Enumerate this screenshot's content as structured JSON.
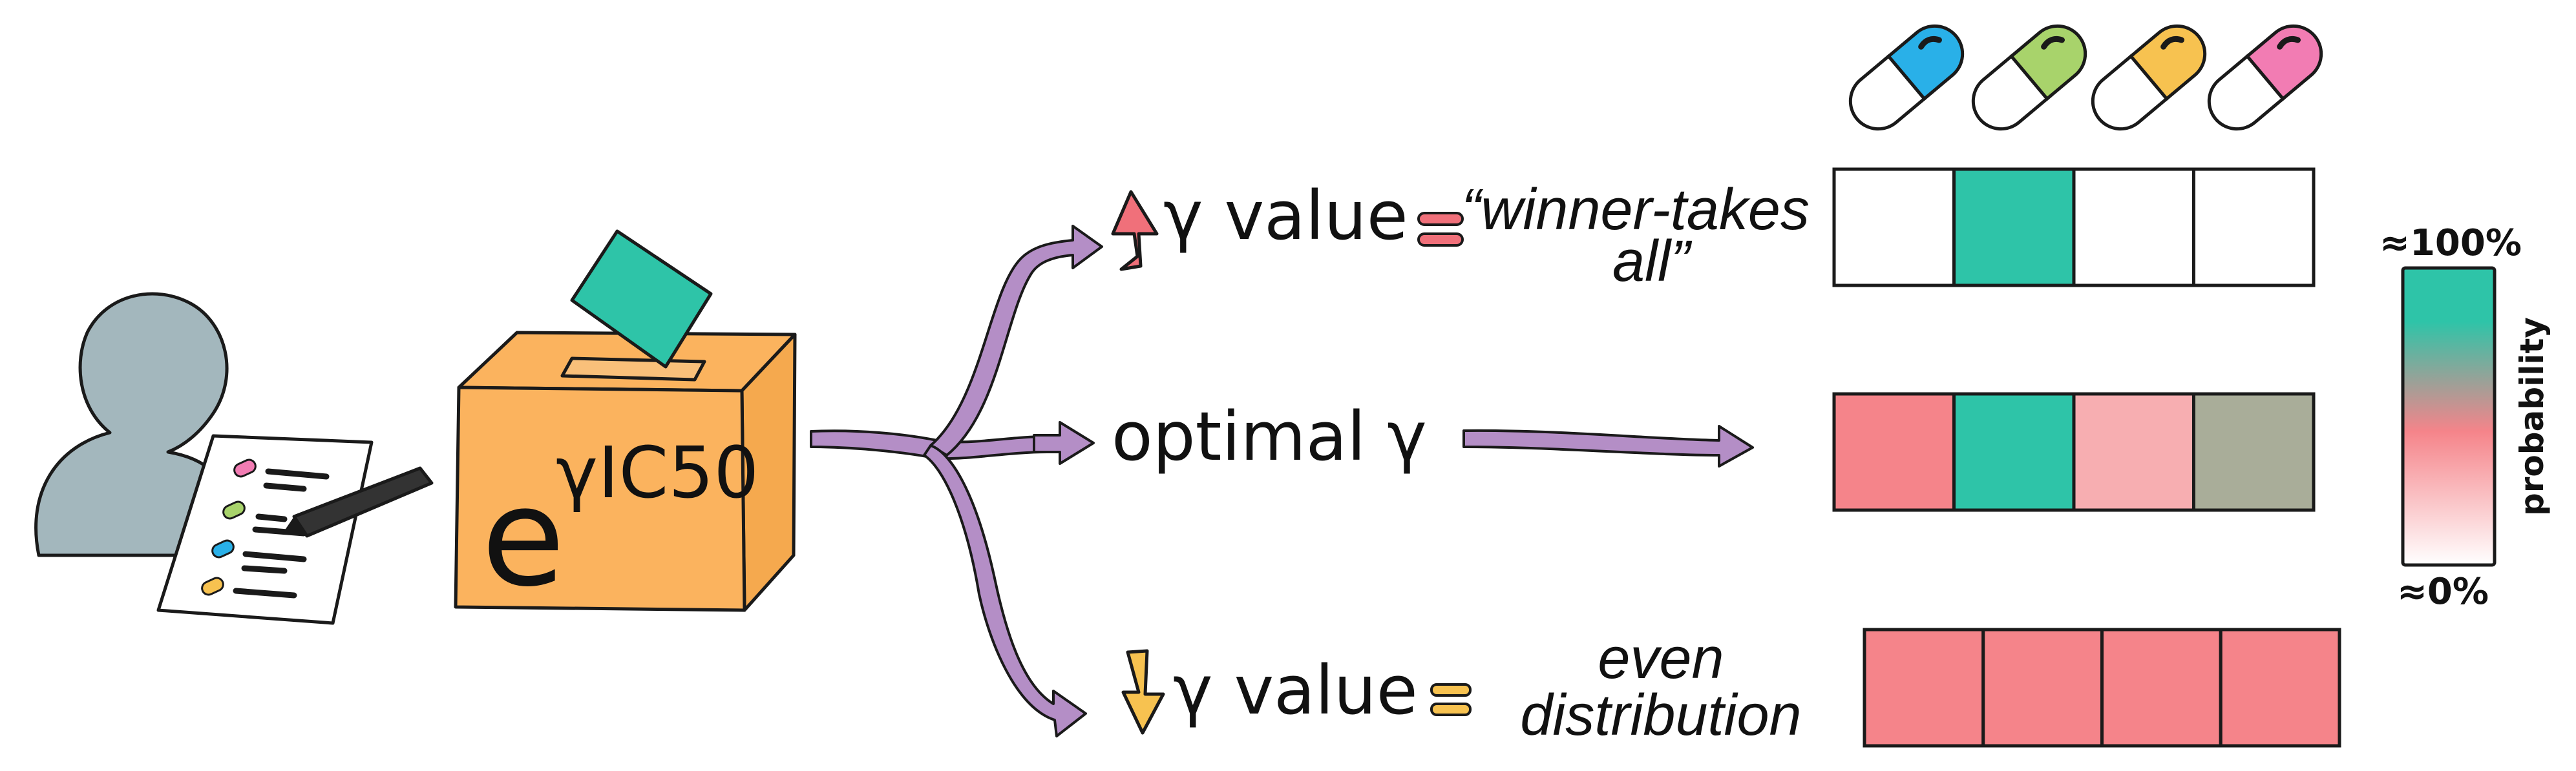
{
  "box_formula": {
    "base": "e",
    "exponent": "γIC50"
  },
  "rows": [
    {
      "id": "high",
      "gamma_label": "γ value",
      "description": [
        "“winner-takes",
        "all”"
      ],
      "cells": [
        "#ffffff",
        "#2ec4a8",
        "#ffffff",
        "#ffffff"
      ]
    },
    {
      "id": "optimal",
      "gamma_label": "optimal γ",
      "cells": [
        "#f5848a",
        "#2ec4a8",
        "#f7aeb1",
        "#a9ad99"
      ]
    },
    {
      "id": "low",
      "gamma_label": "γ value",
      "description": [
        "even",
        "distribution"
      ],
      "cells": [
        "#f5848a",
        "#f5848a",
        "#f5848a",
        "#f5848a"
      ]
    }
  ],
  "pills": [
    {
      "name": "blue-pill-icon",
      "color": "#29b0e8"
    },
    {
      "name": "green-pill-icon",
      "color": "#a8d36b"
    },
    {
      "name": "yellow-pill-icon",
      "color": "#f7c250"
    },
    {
      "name": "pink-pill-icon",
      "color": "#f27cb3"
    }
  ],
  "colorbar": {
    "top_label": "≈100%",
    "bottom_label": "≈0%",
    "axis_label": "probability",
    "stops": [
      "#2ec4a8",
      "#f5848a",
      "#ffffff"
    ]
  },
  "colors": {
    "box": "#fbb35e",
    "ballot": "#2ec4a8",
    "person": "#a3b7bd",
    "arrow": "#b48ec6",
    "up_arrow": "#f0707a",
    "down_arrow": "#f7c250",
    "equals_high": "#f0707a",
    "equals_low": "#f7c250"
  }
}
